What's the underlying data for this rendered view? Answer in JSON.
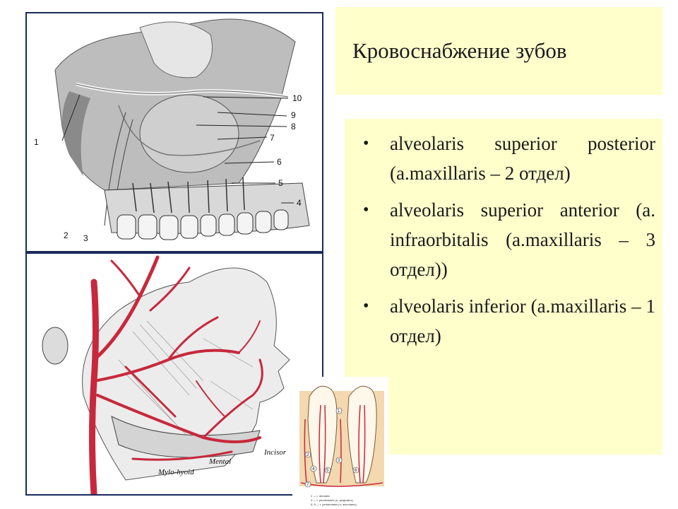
{
  "slide": {
    "title": "Кровоснабжение зубов",
    "bullets": [
      {
        "text": "alveolaris superior posterior (a.maxillaris – 2 отдел)"
      },
      {
        "text": "alveolaris superior anterior (a. infraorbitalis (a.maxillaris – 3 отдел))"
      },
      {
        "text": "alveolaris inferior (a.maxillaris – 1 отдел)"
      }
    ],
    "bullet_symbol": "•"
  },
  "figure_top": {
    "labels": [
      "10",
      "9",
      "8",
      "7",
      "6",
      "5",
      "4",
      "1",
      "2",
      "3"
    ]
  },
  "figure_bottom": {
    "labels": [
      "Incisor",
      "Mental",
      "Mylo-hyoid"
    ]
  },
  "tooth_inset": {
    "markers": [
      "1",
      "2",
      "3",
      "4",
      "5",
      "6",
      "7"
    ],
    "legend": [
      "2 — r. dentales",
      "4 — r. peridentales (rr. gingivales)",
      "5, 6 — r. peridentales (rr. alveolares)"
    ]
  },
  "colors": {
    "title_bg": "#ffffcc",
    "content_bg": "#ffffcc",
    "frame_border": "#1b2a5c",
    "artery_red": "#c8283c"
  }
}
